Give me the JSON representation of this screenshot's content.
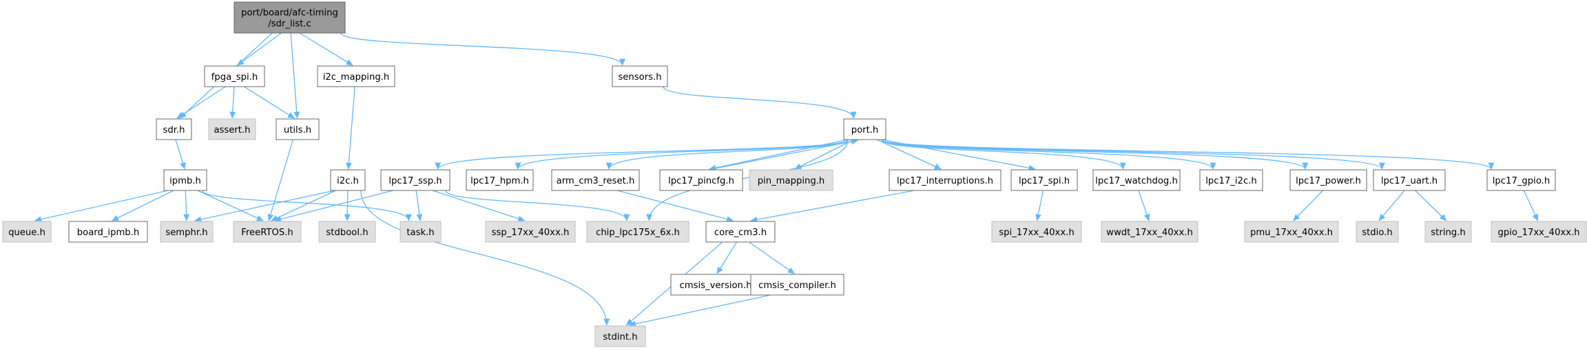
{
  "nodes": [
    {
      "id": "root",
      "lines": [
        "port/board/afc-timing",
        "/sdr_list.c"
      ],
      "kind": "header"
    },
    {
      "id": "fpga_spi",
      "lines": [
        "fpga_spi.h"
      ],
      "kind": "normal"
    },
    {
      "id": "i2c_mapping",
      "lines": [
        "i2c_mapping.h"
      ],
      "kind": "normal"
    },
    {
      "id": "sensors",
      "lines": [
        "sensors.h"
      ],
      "kind": "normal"
    },
    {
      "id": "sdr",
      "lines": [
        "sdr.h"
      ],
      "kind": "normal"
    },
    {
      "id": "assert",
      "lines": [
        "assert.h"
      ],
      "kind": "ext"
    },
    {
      "id": "utils",
      "lines": [
        "utils.h"
      ],
      "kind": "normal"
    },
    {
      "id": "port",
      "lines": [
        "port.h"
      ],
      "kind": "normal"
    },
    {
      "id": "ipmb",
      "lines": [
        "ipmb.h"
      ],
      "kind": "normal"
    },
    {
      "id": "i2c",
      "lines": [
        "i2c.h"
      ],
      "kind": "normal"
    },
    {
      "id": "lpc17_ssp",
      "lines": [
        "lpc17_ssp.h"
      ],
      "kind": "normal"
    },
    {
      "id": "lpc17_hpm",
      "lines": [
        "lpc17_hpm.h"
      ],
      "kind": "normal"
    },
    {
      "id": "arm_cm3_reset",
      "lines": [
        "arm_cm3_reset.h"
      ],
      "kind": "normal"
    },
    {
      "id": "lpc17_pincfg",
      "lines": [
        "lpc17_pincfg.h"
      ],
      "kind": "normal"
    },
    {
      "id": "pin_mapping",
      "lines": [
        "pin_mapping.h"
      ],
      "kind": "ext"
    },
    {
      "id": "lpc17_interruptions",
      "lines": [
        "lpc17_interruptions.h"
      ],
      "kind": "normal"
    },
    {
      "id": "lpc17_spi",
      "lines": [
        "lpc17_spi.h"
      ],
      "kind": "normal"
    },
    {
      "id": "lpc17_watchdog",
      "lines": [
        "lpc17_watchdog.h"
      ],
      "kind": "normal"
    },
    {
      "id": "lpc17_i2c",
      "lines": [
        "lpc17_i2c.h"
      ],
      "kind": "normal"
    },
    {
      "id": "lpc17_power",
      "lines": [
        "lpc17_power.h"
      ],
      "kind": "normal"
    },
    {
      "id": "lpc17_uart",
      "lines": [
        "lpc17_uart.h"
      ],
      "kind": "normal"
    },
    {
      "id": "lpc17_gpio",
      "lines": [
        "lpc17_gpio.h"
      ],
      "kind": "normal"
    },
    {
      "id": "queue",
      "lines": [
        "queue.h"
      ],
      "kind": "ext"
    },
    {
      "id": "board_ipmb",
      "lines": [
        "board_ipmb.h"
      ],
      "kind": "normal"
    },
    {
      "id": "semphr",
      "lines": [
        "semphr.h"
      ],
      "kind": "ext"
    },
    {
      "id": "freertos",
      "lines": [
        "FreeRTOS.h"
      ],
      "kind": "ext"
    },
    {
      "id": "stdbool",
      "lines": [
        "stdbool.h"
      ],
      "kind": "ext"
    },
    {
      "id": "task",
      "lines": [
        "task.h"
      ],
      "kind": "ext"
    },
    {
      "id": "ssp_17xx",
      "lines": [
        "ssp_17xx_40xx.h"
      ],
      "kind": "ext"
    },
    {
      "id": "chip_lpc175x",
      "lines": [
        "chip_lpc175x_6x.h"
      ],
      "kind": "ext"
    },
    {
      "id": "core_cm3",
      "lines": [
        "core_cm3.h"
      ],
      "kind": "normal"
    },
    {
      "id": "spi_17xx",
      "lines": [
        "spi_17xx_40xx.h"
      ],
      "kind": "ext"
    },
    {
      "id": "wwdt_17xx",
      "lines": [
        "wwdt_17xx_40xx.h"
      ],
      "kind": "ext"
    },
    {
      "id": "pmu_17xx",
      "lines": [
        "pmu_17xx_40xx.h"
      ],
      "kind": "ext"
    },
    {
      "id": "stdio",
      "lines": [
        "stdio.h"
      ],
      "kind": "ext"
    },
    {
      "id": "string",
      "lines": [
        "string.h"
      ],
      "kind": "ext"
    },
    {
      "id": "gpio_17xx",
      "lines": [
        "gpio_17xx_40xx.h"
      ],
      "kind": "ext"
    },
    {
      "id": "cmsis_version",
      "lines": [
        "cmsis_version.h"
      ],
      "kind": "normal"
    },
    {
      "id": "cmsis_compiler",
      "lines": [
        "cmsis_compiler.h"
      ],
      "kind": "normal"
    },
    {
      "id": "stdint",
      "lines": [
        "stdint.h"
      ],
      "kind": "ext"
    }
  ],
  "edges": [
    [
      "root",
      "fpga_spi"
    ],
    [
      "root",
      "i2c_mapping"
    ],
    [
      "root",
      "sensors"
    ],
    [
      "root",
      "sdr"
    ],
    [
      "root",
      "utils"
    ],
    [
      "fpga_spi",
      "sdr"
    ],
    [
      "fpga_spi",
      "assert"
    ],
    [
      "fpga_spi",
      "utils"
    ],
    [
      "i2c_mapping",
      "i2c"
    ],
    [
      "sensors",
      "port"
    ],
    [
      "sdr",
      "ipmb"
    ],
    [
      "utils",
      "freertos"
    ],
    [
      "ipmb",
      "queue"
    ],
    [
      "ipmb",
      "board_ipmb"
    ],
    [
      "ipmb",
      "semphr"
    ],
    [
      "ipmb",
      "freertos"
    ],
    [
      "ipmb",
      "task"
    ],
    [
      "i2c",
      "semphr"
    ],
    [
      "i2c",
      "freertos"
    ],
    [
      "i2c",
      "stdbool"
    ],
    [
      "i2c",
      "stdint"
    ],
    [
      "port",
      "lpc17_ssp"
    ],
    [
      "port",
      "lpc17_hpm"
    ],
    [
      "port",
      "arm_cm3_reset"
    ],
    [
      "port",
      "lpc17_pincfg"
    ],
    [
      "lpc17_pincfg",
      "port"
    ],
    [
      "port",
      "pin_mapping"
    ],
    [
      "port",
      "lpc17_interruptions"
    ],
    [
      "port",
      "lpc17_spi"
    ],
    [
      "port",
      "lpc17_watchdog"
    ],
    [
      "port",
      "lpc17_i2c"
    ],
    [
      "port",
      "lpc17_power"
    ],
    [
      "port",
      "lpc17_uart"
    ],
    [
      "port",
      "lpc17_gpio"
    ],
    [
      "port",
      "chip_lpc175x"
    ],
    [
      "lpc17_ssp",
      "freertos"
    ],
    [
      "lpc17_ssp",
      "task"
    ],
    [
      "lpc17_ssp",
      "ssp_17xx"
    ],
    [
      "lpc17_ssp",
      "chip_lpc175x"
    ],
    [
      "arm_cm3_reset",
      "core_cm3"
    ],
    [
      "lpc17_interruptions",
      "core_cm3"
    ],
    [
      "lpc17_spi",
      "spi_17xx"
    ],
    [
      "lpc17_watchdog",
      "wwdt_17xx"
    ],
    [
      "lpc17_power",
      "pmu_17xx"
    ],
    [
      "lpc17_uart",
      "stdio"
    ],
    [
      "lpc17_uart",
      "string"
    ],
    [
      "lpc17_gpio",
      "gpio_17xx"
    ],
    [
      "core_cm3",
      "cmsis_version"
    ],
    [
      "core_cm3",
      "cmsis_compiler"
    ],
    [
      "core_cm3",
      "stdint"
    ],
    [
      "cmsis_compiler",
      "stdint"
    ]
  ]
}
